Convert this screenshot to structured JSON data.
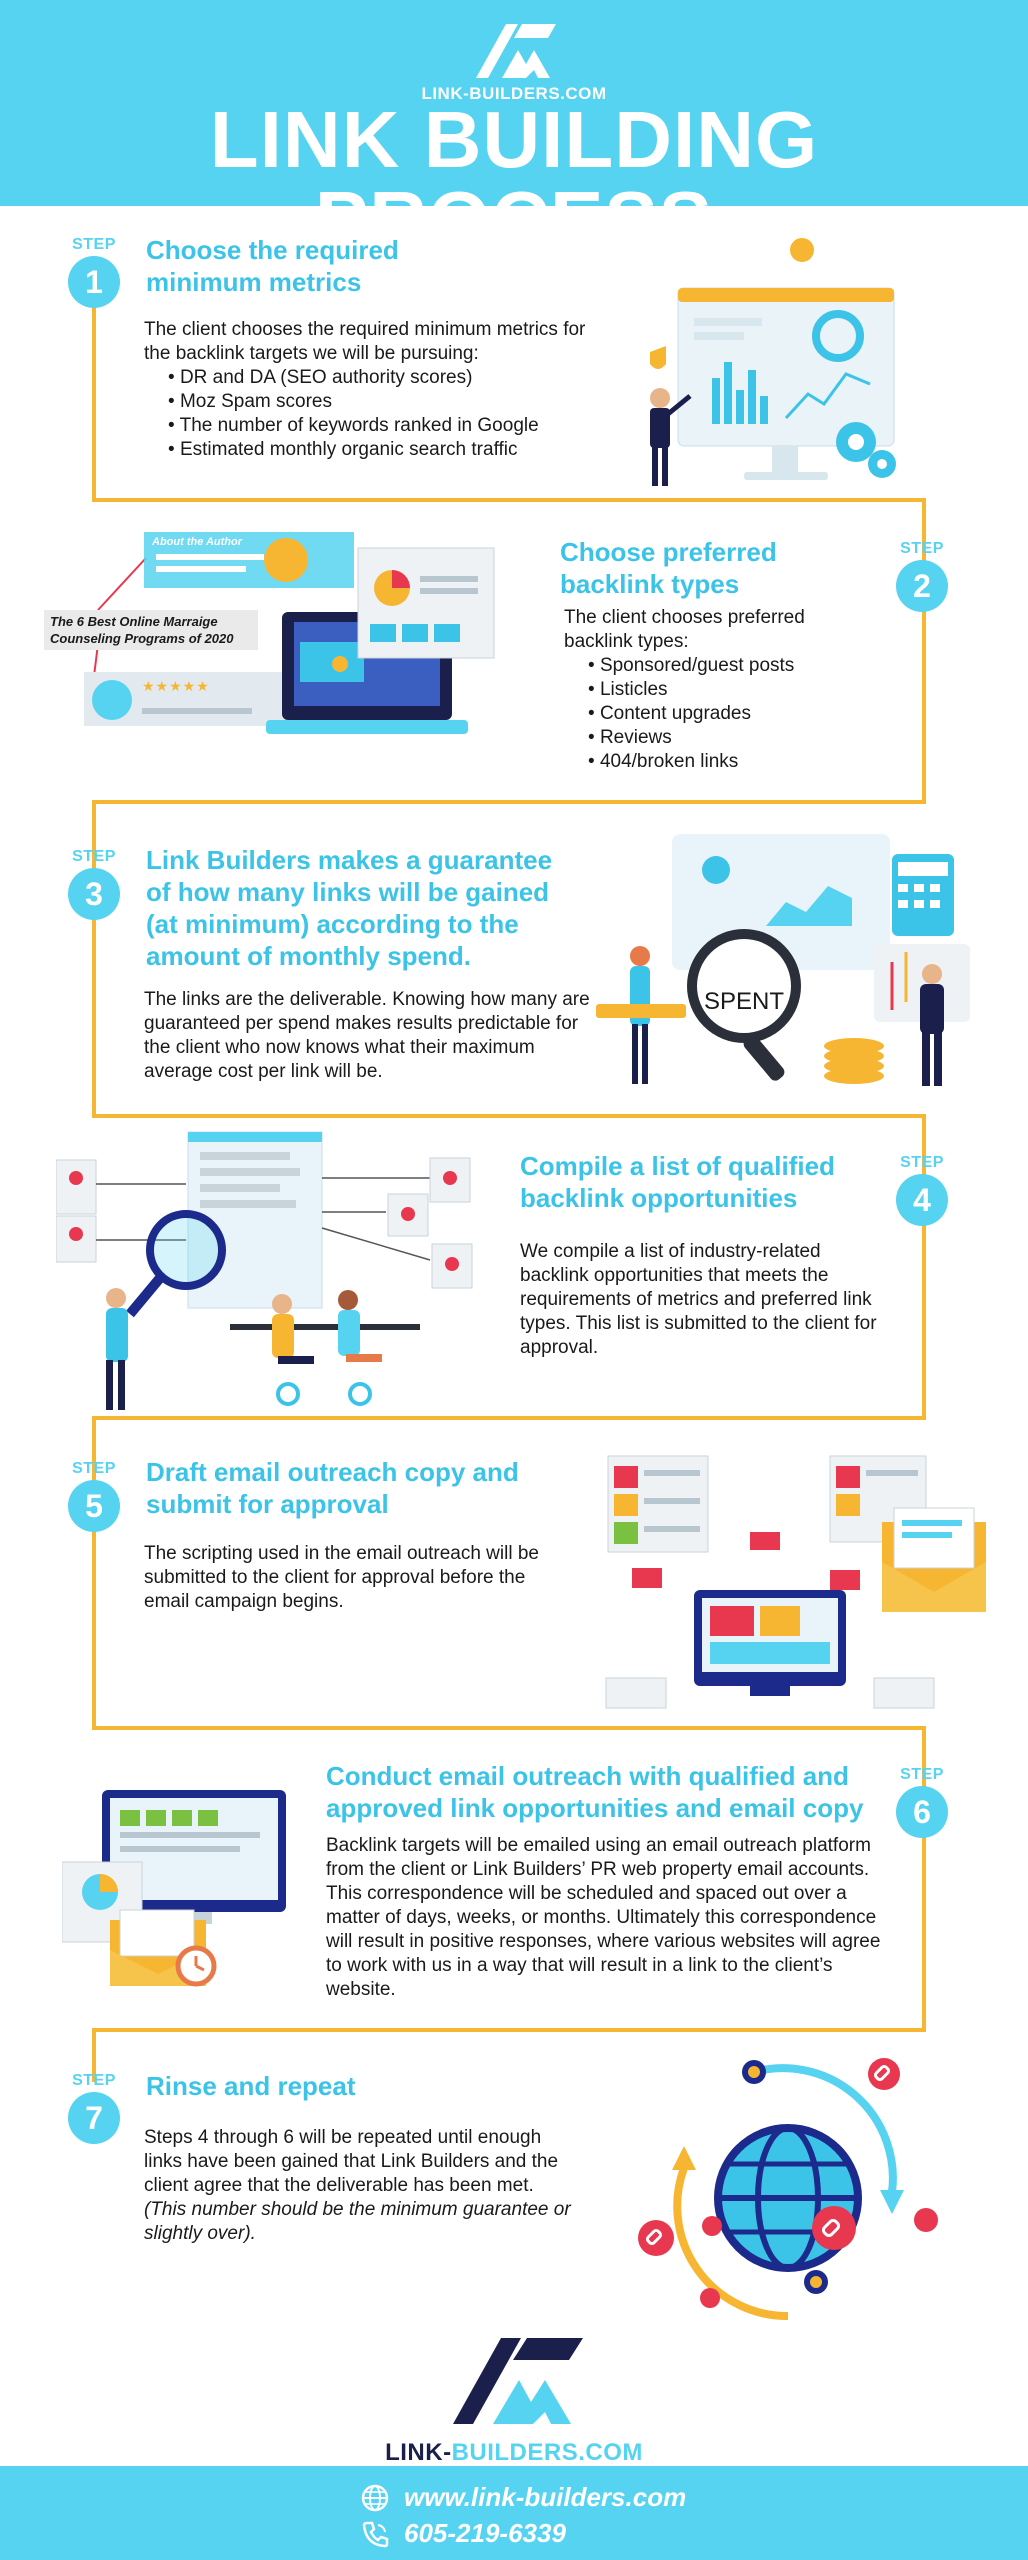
{
  "header": {
    "brand": "LINK-BUILDERS.COM",
    "title": "LINK BUILDING PROCESS"
  },
  "step_label": "STEP",
  "steps": [
    {
      "number": "1",
      "title_line1": "Choose the required",
      "title_line2": "minimum metrics",
      "body": "The client chooses the required minimum metrics for the backlink targets we will be pursuing:",
      "bullets": [
        "DR and DA (SEO authority scores)",
        "Moz Spam scores",
        "The number of keywords ranked in Google",
        "Estimated monthly organic search traffic"
      ]
    },
    {
      "number": "2",
      "title_line1": "Choose preferred",
      "title_line2": "backlink types",
      "body": "The client chooses preferred backlink types:",
      "bullets": [
        "Sponsored/guest posts",
        "Listicles",
        "Content upgrades",
        "Reviews",
        "404/broken links"
      ],
      "illus_author_label": "About the Author",
      "illus_article_title_line1": "The 6 Best Online Marraige",
      "illus_article_title_line2": "Counseling Programs of 2020",
      "illus_stars": "★★★★★"
    },
    {
      "number": "3",
      "title_line1": "Link Builders makes a guarantee",
      "title_line2": "of how many links will be gained",
      "title_line3": "(at minimum) according to the",
      "title_line4": "amount of monthly spend.",
      "body": "The links are the deliverable. Knowing how many are guaranteed per spend makes results predictable for the client who now knows what their maximum average cost per link will be.",
      "illus_spent_label": "SPENT"
    },
    {
      "number": "4",
      "title_line1": "Compile a list of qualified",
      "title_line2": "backlink  opportunities",
      "body": "We compile a list of industry-related backlink opportunities that meets the requirements of metrics and preferred link types. This list is submitted to the client for approval."
    },
    {
      "number": "5",
      "title_line1": "Draft email outreach copy and",
      "title_line2": "submit for approval",
      "body": "The scripting used in the email outreach will be submitted to the client for approval before the email campaign begins."
    },
    {
      "number": "6",
      "title_line1": "Conduct email outreach with qualified and",
      "title_line2": "approved link opportunities and email copy",
      "body": "Backlink targets will be emailed using an email outreach platform from the client or Link Builders’ PR web property email accounts. This correspondence will be scheduled and spaced out over a matter of days, weeks, or months. Ultimately this correspondence will result in positive responses, where various websites will agree to work with us in a way that will result in a link to the client’s website."
    },
    {
      "number": "7",
      "title_line1": "Rinse and repeat",
      "body": "Steps 4 through 6 will be repeated until enough links have been gained that Link Builders and the client agree that the deliverable has been met.",
      "note": "(This number should be the minimum guarantee or slightly over)."
    }
  ],
  "footer": {
    "brand_part1": "LINK-",
    "brand_part2": "BUILDERS.COM",
    "website": "www.link-builders.com",
    "phone": "605-219-6339"
  },
  "colors": {
    "cyan": "#56d3f0",
    "title_blue": "#3cc3e8",
    "connector_yellow": "#f6b632",
    "navy": "#1b1f4b",
    "red": "#e8384f"
  },
  "icons": [
    "link-builders-logo-icon",
    "globe-icon",
    "phone-icon",
    "link-icon",
    "calculator-icon",
    "magnifier-icon",
    "envelope-icon",
    "clock-icon",
    "gear-icon"
  ]
}
